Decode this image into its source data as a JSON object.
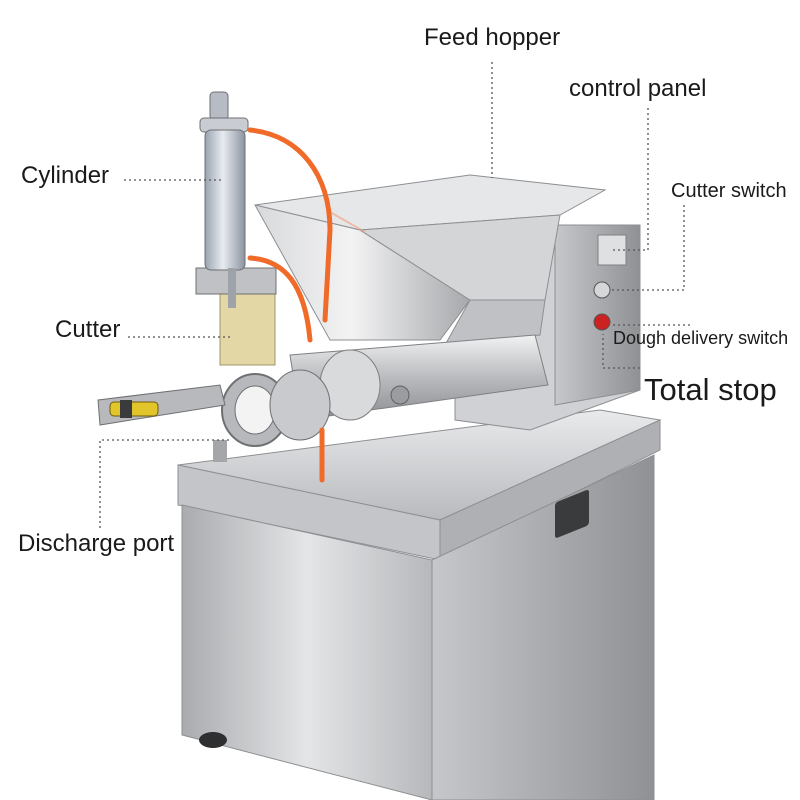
{
  "labels": {
    "feed_hopper": "Feed hopper",
    "control_panel": "control panel",
    "cylinder": "Cylinder",
    "cutter_switch": "Cutter switch",
    "cutter": "Cutter",
    "dough_delivery_switch": "Dough delivery switch",
    "total_stop": "Total stop",
    "discharge_port": "Discharge port"
  },
  "colors": {
    "background": "#ffffff",
    "stainless": "#c9cacc",
    "hose": "#f06a2a",
    "cutter_plate": "#e3d7a6",
    "leader_line": "#555555"
  }
}
